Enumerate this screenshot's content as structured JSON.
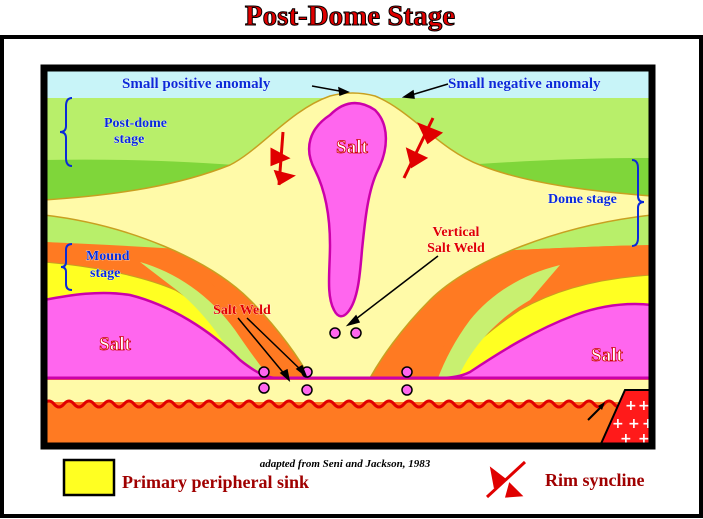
{
  "title": "Post-Dome Stage",
  "labels": {
    "small_positive_anomaly": "Small positive anomaly",
    "small_negative_anomaly": "Small negative anomaly",
    "post_dome_stage_line1": "Post-dome",
    "post_dome_stage_line2": "stage",
    "dome_stage": "Dome stage",
    "mound_stage_line1": "Mound",
    "mound_stage_line2": "stage",
    "salt_center": "Salt",
    "salt_left": "Salt",
    "salt_right": "Salt",
    "vertical_weld_line1": "Vertical",
    "vertical_weld_line2": "Salt Weld",
    "salt_weld": "Salt Weld"
  },
  "credit": "adapted from Seni and Jackson, 1983",
  "legend": {
    "sink_label": "Primary peripheral sink",
    "rim_label": "Rim syncline"
  },
  "colors": {
    "title_red": "#e00000",
    "sky": "#c8f4f8",
    "green_light": "#b8ef6a",
    "green": "#7fd63a",
    "cream": "#fffaa8",
    "yellow": "#ffff22",
    "orange": "#ff7a22",
    "salt_magenta": "#ff66ee",
    "basement_red": "#ff1a1a",
    "label_blue": "#0a2ad8",
    "label_red": "#e00000"
  }
}
